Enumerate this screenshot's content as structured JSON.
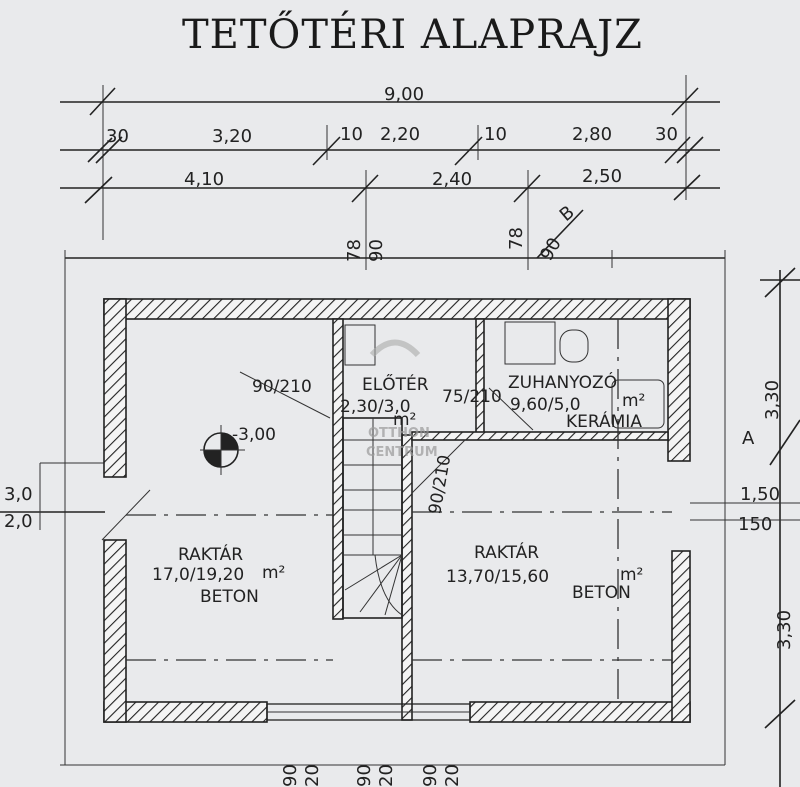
{
  "title": "TETŐTÉRI ALAPRAJZ",
  "dimensions": {
    "total": "9,00",
    "row1": [
      "30",
      "3,20",
      "10",
      "2,20",
      "10",
      "2,80",
      "30"
    ],
    "row2": [
      "4,10",
      "2,40",
      "2,50"
    ],
    "openings_top": [
      "78",
      "90",
      "78",
      "90"
    ],
    "right": [
      "3,30",
      "1,50",
      "150",
      "3,30"
    ],
    "left": [
      "3,0",
      "2,0"
    ],
    "bottom": [
      "90",
      "20",
      "90",
      "20",
      "90",
      "20"
    ]
  },
  "section_marks": {
    "b": "B",
    "a": "A"
  },
  "level": "-3,00",
  "rooms": [
    {
      "name": "ELŐTÉR",
      "area": "2,30/3,0",
      "unit": "m²",
      "door": "75/210"
    },
    {
      "name": "ZUHANYOZÓ",
      "area": "9,60/5,0",
      "unit": "m²",
      "finish": "KERÁMIA"
    },
    {
      "name": "RAKTÁR",
      "area": "17,0/19,20",
      "unit": "m²",
      "finish": "BETON"
    },
    {
      "name": "RAKTÁR",
      "area": "13,70/15,60",
      "unit": "m²",
      "finish": "BETON"
    }
  ],
  "doors": {
    "left": "90/210",
    "stair": "90/210"
  },
  "watermark": [
    "OTTHON",
    "CENTRUM"
  ]
}
